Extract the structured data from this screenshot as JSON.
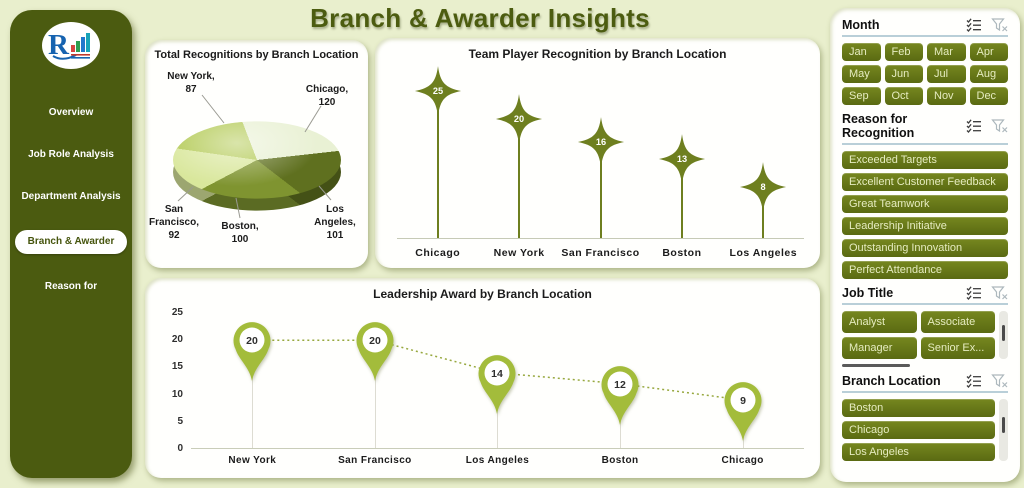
{
  "app": {
    "title": "Branch & Awarder Insights"
  },
  "colors": {
    "background": "#e9efcd",
    "sidebar": "#4b5b10",
    "accent_olive": "#6e7f1f",
    "pin_green": "#a3bc3b",
    "button_olive": "#6a7b19",
    "divider_blue": "#b9cfd8"
  },
  "sidebar": {
    "items": [
      {
        "label": "Overview",
        "active": false
      },
      {
        "label": "Job Role Analysis",
        "active": false
      },
      {
        "label": "Department Analysis",
        "active": false
      },
      {
        "label": "Branch & Awarder",
        "active": true
      },
      {
        "label": "Reason for",
        "active": false
      }
    ]
  },
  "chart_data": [
    {
      "type": "pie",
      "title": "Total Recognitions by Branch Location",
      "categories": [
        "Chicago",
        "Los Angeles",
        "Boston",
        "San Francisco",
        "New York"
      ],
      "values": [
        120,
        101,
        100,
        92,
        87
      ],
      "colors": [
        "#e9f1d4",
        "#5f701f",
        "#7f9430",
        "#d9e79c",
        "#b3ca55"
      ],
      "style": "3d-pie",
      "labels_as_shown": [
        "Chicago, 120",
        "Los Angeles, 101",
        "Boston, 100",
        "San Francisco, 92",
        "New York, 87"
      ]
    },
    {
      "type": "lollipop-star",
      "title": "Team Player Recognition by Branch Location",
      "categories": [
        "Chicago",
        "New York",
        "San Francisco",
        "Boston",
        "Los Angeles"
      ],
      "values": [
        25,
        20,
        16,
        13,
        8
      ],
      "marker_color": "#6e7f1f",
      "ylim": [
        0,
        26
      ],
      "grid": false
    },
    {
      "type": "lollipop-pin",
      "title": "Leadership Award by Branch Location",
      "categories": [
        "New York",
        "San Francisco",
        "Los Angeles",
        "Boston",
        "Chicago"
      ],
      "values": [
        20,
        20,
        14,
        12,
        9
      ],
      "yticks": [
        25,
        20,
        15,
        10,
        5,
        0
      ],
      "ylim": [
        0,
        25
      ],
      "marker_color": "#a3bc3b",
      "line_style": "dotted",
      "grid": false
    }
  ],
  "slicers": [
    {
      "title": "Month",
      "layout": "grid-4",
      "items": [
        "Jan",
        "Feb",
        "Mar",
        "Apr",
        "May",
        "Jun",
        "Jul",
        "Aug",
        "Sep",
        "Oct",
        "Nov",
        "Dec"
      ],
      "icons": [
        "multi-select-icon",
        "clear-filter-icon"
      ]
    },
    {
      "title": "Reason for Recognition",
      "layout": "list",
      "items": [
        "Exceeded Targets",
        "Excellent Customer Feedback",
        "Great Teamwork",
        "Leadership Initiative",
        "Outstanding Innovation",
        "Perfect Attendance"
      ],
      "icons": [
        "multi-select-icon",
        "clear-filter-icon"
      ]
    },
    {
      "title": "Job Title",
      "layout": "grid-2",
      "vscrollbar": true,
      "hscrollbar": true,
      "items": [
        "Analyst",
        "Associate",
        "Manager",
        "Senior Ex..."
      ],
      "icons": [
        "multi-select-icon",
        "clear-filter-icon"
      ]
    },
    {
      "title": "Branch Location",
      "layout": "list",
      "vscrollbar": true,
      "items": [
        "Boston",
        "Chicago",
        "Los Angeles"
      ],
      "icons": [
        "multi-select-icon",
        "clear-filter-icon"
      ]
    }
  ]
}
